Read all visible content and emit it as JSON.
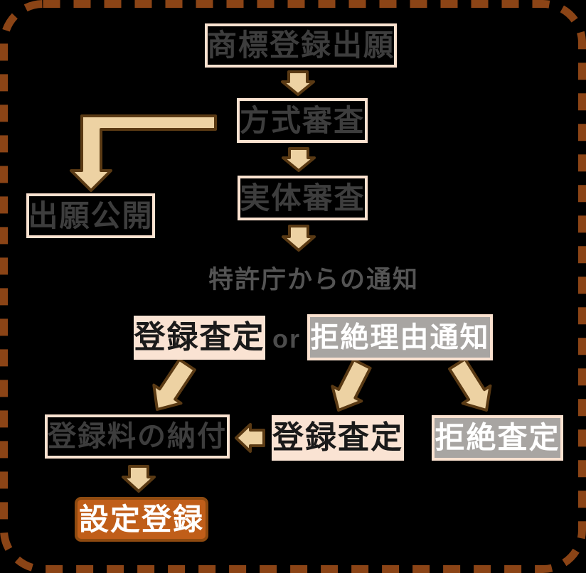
{
  "flowchart": {
    "description": "Trademark registration process flow",
    "nodes": {
      "trademark_application": "商標登録出願",
      "formality_examination": "方式審査",
      "application_publication": "出願公開",
      "substantive_examination": "実体審査",
      "jpo_notification": "特許庁からの通知",
      "registration_decision_top": "登録査定",
      "or_connector": "or",
      "refusal_reason_notice": "拒絶理由通知",
      "fee_payment": "登録料の納付",
      "registration_decision_bottom": "登録査定",
      "refusal_decision": "拒絶査定",
      "establishment_registration": "設定登録"
    },
    "edges": [
      {
        "from": "trademark_application",
        "to": "formality_examination"
      },
      {
        "from": "formality_examination",
        "to": "application_publication"
      },
      {
        "from": "formality_examination",
        "to": "substantive_examination"
      },
      {
        "from": "substantive_examination",
        "to": "jpo_notification"
      },
      {
        "from": "registration_decision_top",
        "to": "fee_payment"
      },
      {
        "from": "refusal_reason_notice",
        "to": "registration_decision_bottom"
      },
      {
        "from": "refusal_reason_notice",
        "to": "refusal_decision"
      },
      {
        "from": "registration_decision_bottom",
        "to": "fee_payment"
      },
      {
        "from": "fee_payment",
        "to": "establishment_registration"
      }
    ],
    "colors": {
      "background": "#000000",
      "dashed_border": "#8b4416",
      "box_outline_cream": "#fbe2d0",
      "box_fill_cream": "#fae3d3",
      "box_fill_gray": "#a8a5a2",
      "box_fill_orange": "#c05e19",
      "box_outline_orange": "#8e4a10",
      "text_dark_gray": "#3d3d3d",
      "text_notification_gray": "#545454",
      "text_white": "#ffffff",
      "text_black": "#1a1a1a",
      "arrow_fill": "#edd2a3",
      "arrow_outline": "#5a3a14"
    }
  }
}
